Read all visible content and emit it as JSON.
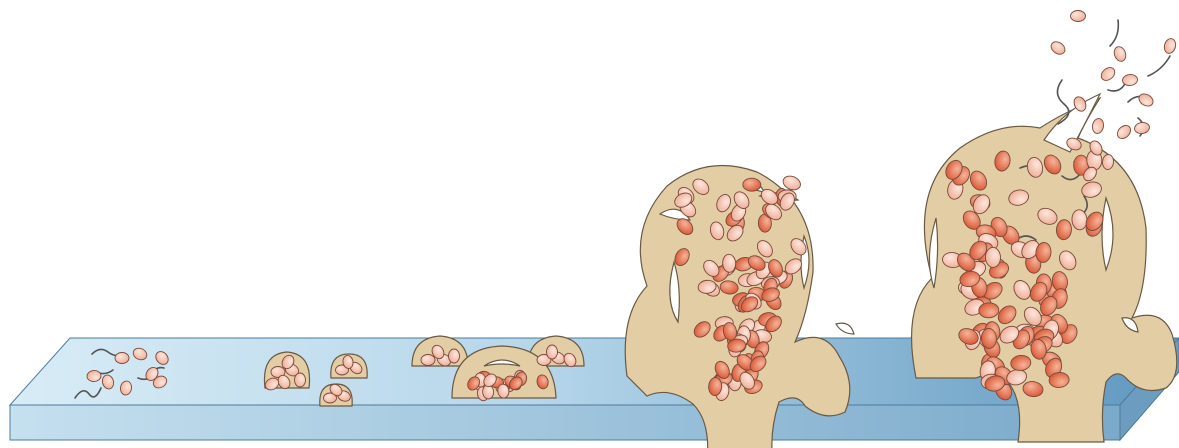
{
  "diagram": {
    "stages": [
      {
        "name": "attachment"
      },
      {
        "name": "microcolony-formation"
      },
      {
        "name": "early-biofilm"
      },
      {
        "name": "mature-biofilm"
      },
      {
        "name": "dispersal"
      }
    ],
    "colors": {
      "surface_light": "#cfe6f2",
      "surface_dark": "#5a95bd",
      "matrix": "#e3cda4",
      "cell_light": "#f5c6b4",
      "cell_dark": "#e06a48"
    }
  }
}
